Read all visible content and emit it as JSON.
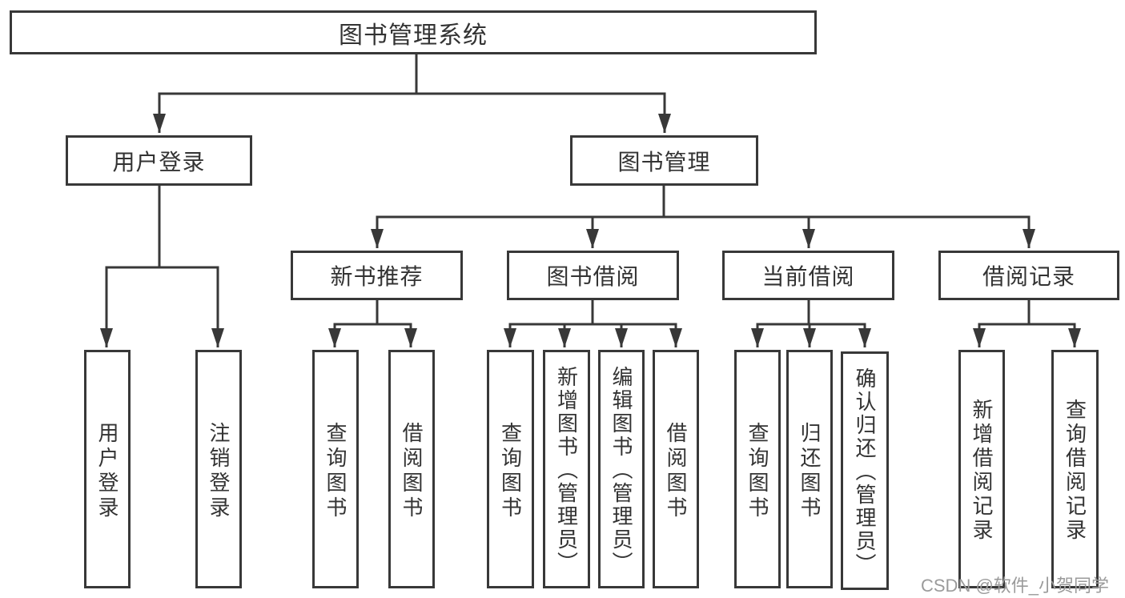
{
  "tree": {
    "label": "图书管理系统",
    "children": [
      {
        "label": "用户登录",
        "children": [
          {
            "label": "用户登录"
          },
          {
            "label": "注销登录"
          }
        ]
      },
      {
        "label": "图书管理",
        "children": [
          {
            "label": "新书推荐",
            "children": [
              {
                "label": "查询图书"
              },
              {
                "label": "借阅图书"
              }
            ]
          },
          {
            "label": "图书借阅",
            "children": [
              {
                "label": "查询图书"
              },
              {
                "label": "新增图书（管理员）"
              },
              {
                "label": "编辑图书（管理员）"
              },
              {
                "label": "借阅图书"
              }
            ]
          },
          {
            "label": "当前借阅",
            "children": [
              {
                "label": "查询图书"
              },
              {
                "label": "归还图书"
              },
              {
                "label": "确认归还（管理员）"
              }
            ]
          },
          {
            "label": "借阅记录",
            "children": [
              {
                "label": "新增借阅记录"
              },
              {
                "label": "查询借阅记录"
              }
            ]
          }
        ]
      }
    ]
  },
  "watermark": "CSDN @软件_小贺同学",
  "colors": {
    "line": "#383838",
    "text": "#333333",
    "watermark": "#9b9b9b",
    "background": "#ffffff"
  }
}
